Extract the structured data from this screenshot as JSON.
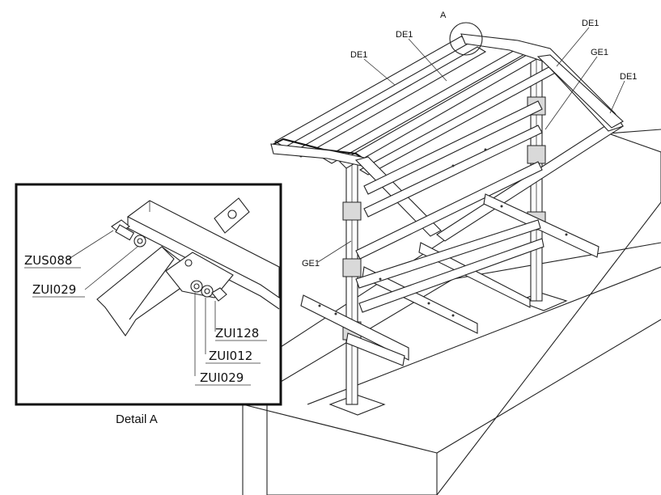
{
  "diagram": {
    "callout_letter": "A",
    "labels": {
      "de1_a": "DE1",
      "de1_b": "DE1",
      "de1_c": "DE1",
      "de1_d": "DE1",
      "ge1_a": "GE1",
      "ge1_b": "GE1"
    },
    "detail": {
      "caption": "Detail A",
      "parts": {
        "zus088": "ZUS088",
        "zui029_a": "ZUI029",
        "zui128": "ZUI128",
        "zui012": "ZUI012",
        "zui029_b": "ZUI029"
      }
    }
  }
}
